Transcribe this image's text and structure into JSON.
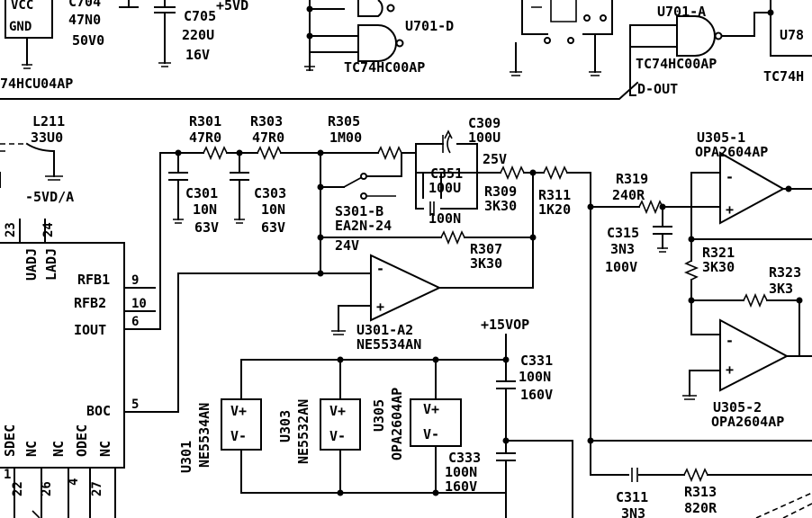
{
  "top": {
    "vcc": "VCC",
    "gnd": "GND",
    "c704": "C704",
    "c704_val": "47N0",
    "c704_v": "50V0",
    "c705": "C705",
    "c705_val": "220U",
    "c705_v": "16V",
    "plus5vd": "+5VD",
    "u701d": "U701-D",
    "tc74hc00_1": "TC74HC00AP",
    "tc74hcu04": "74HCU04AP",
    "u701a": "U701-A",
    "tc74hc00_2": "TC74HC00AP",
    "tc74_cut": "TC74H",
    "u78": "U78",
    "dout": "D-OUT"
  },
  "left": {
    "l211": "L211",
    "l211_val": "33U0",
    "neg5vd": "-5VD/A",
    "pin23": "23",
    "pin24": "24",
    "uadj": "UADJ",
    "ladj": "LADJ",
    "rfb1": "RFB1",
    "rfb1_pin": "9",
    "rfb2": "RFB2",
    "rfb2_pin": "10",
    "iout": "IOUT",
    "iout_pin": "6",
    "boc": "BOC",
    "boc_pin": "5",
    "sdec": "SDEC",
    "nc1": "NC",
    "nc2": "NC",
    "odec": "ODEC",
    "nc3": "NC",
    "pin1": "1",
    "pin22": "22",
    "pin26": "26",
    "pin4": "4",
    "pin27": "27"
  },
  "components": {
    "r301": "R301",
    "r301_val": "47R0",
    "r303": "R303",
    "r303_val": "47R0",
    "r305": "R305",
    "r305_val": "1M00",
    "c309": "C309",
    "c309_val": "100U",
    "c309_v": "25V",
    "c301": "C301",
    "c301_val": "10N",
    "c301_v": "63V",
    "c303": "C303",
    "c303_val": "10N",
    "c303_v": "63V",
    "c351": "C351",
    "c351_val": "100U",
    "c351_v": "100N",
    "s301b": "S301-B",
    "s301b_part": "EA2N-24",
    "s301b_v": "24V",
    "r309": "R309",
    "r309_val": "3K30",
    "r311": "R311",
    "r311_val": "1K20",
    "r307": "R307",
    "r307_val": "3K30",
    "r319": "R319",
    "r319_val": "240R",
    "c315": "C315",
    "c315_val": "3N3",
    "c315_v": "100V",
    "r321": "R321",
    "r321_val": "3K30",
    "r323": "R323",
    "r323_val": "3K3",
    "u3051": "U305-1",
    "u3051_part": "OPA2604AP",
    "u3052": "U305-2",
    "u3052_part": "OPA2604AP",
    "u301a2": "U301-A2",
    "u301a2_part": "NE5534AN",
    "plus15vop": "+15VOP",
    "c331": "C331",
    "c331_val": "100N",
    "c331_v": "160V",
    "c333": "C333",
    "c333_val": "100N",
    "c333_v": "160V",
    "u301": "U301",
    "u301_part": "NE5534AN",
    "u303": "U303",
    "u303_part": "NE5532AN",
    "u305": "U305",
    "u305_part": "OPA2604AP",
    "vplus": "V+",
    "vminus": "V-",
    "c311": "C311",
    "c311_val": "3N3",
    "r313": "R313",
    "r313_val": "820R",
    "plus": "+",
    "minus": "-"
  }
}
